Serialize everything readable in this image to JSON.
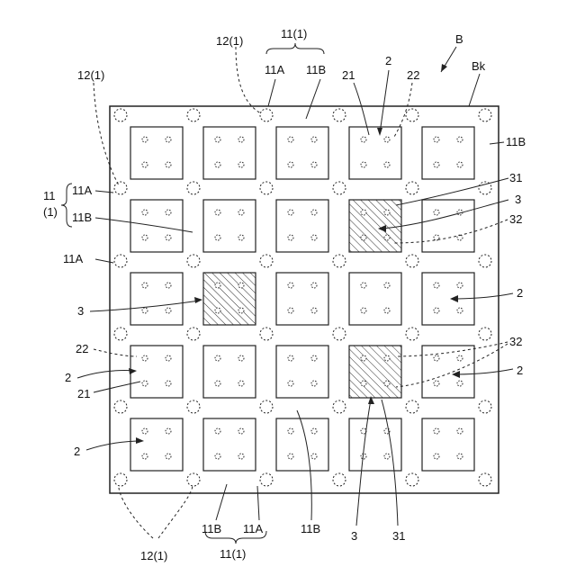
{
  "labels": {
    "B": "B",
    "Bk": "Bk",
    "top_12": "12(1)",
    "top_11": "11(1)",
    "top_11A": "11A",
    "top_11B": "11B",
    "top_2": "2",
    "top_21": "21",
    "top_22": "22",
    "left_12": "12(1)",
    "left_11": "11",
    "left_1": "(1)",
    "left_11A_a": "11A",
    "left_11B": "11B",
    "left_11A_b": "11A",
    "left_3": "3",
    "left_22": "22",
    "left_2_a": "2",
    "left_21": "21",
    "left_2_b": "2",
    "right_11B": "11B",
    "right_31": "31",
    "right_3": "3",
    "right_32_a": "32",
    "right_2_a": "2",
    "right_32_b": "32",
    "right_2_b": "2",
    "bot_12": "12(1)",
    "bot_11B": "11B",
    "bot_11A": "11A",
    "bot_11": "11(1)",
    "bot_11B_mid": "11B",
    "bot_3": "3",
    "bot_31": "31"
  },
  "grid": {
    "rows": 5,
    "cols": 5,
    "hatched_cells": [
      [
        1,
        3
      ],
      [
        2,
        1
      ],
      [
        3,
        3
      ]
    ]
  }
}
